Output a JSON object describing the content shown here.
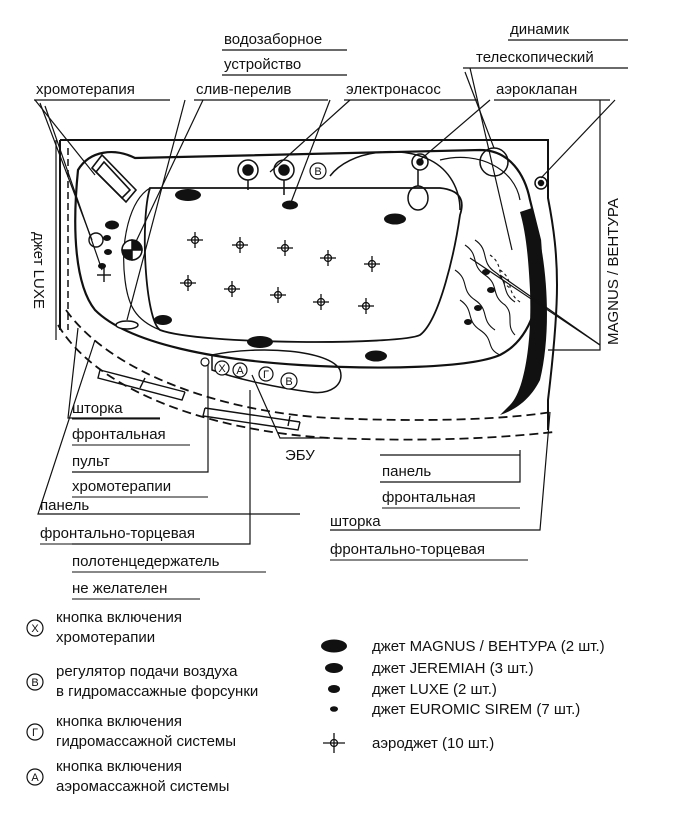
{
  "labels": {
    "vodozabornoe": "водозаборное",
    "ustroystvo": "устройство",
    "sliv_pereliv": "слив-перелив",
    "khromoterapiya": "хромотерапия",
    "elektronasos": "электронасос",
    "aeroklapan": "аэроклапан",
    "dinamik": "динамик",
    "teleskopicheskiy": "телескопический",
    "dzhet_luxe": "джет LUXE",
    "magnus_ventura": "MAGNUS / ВЕНТУРА",
    "shtorka_1": "шторка",
    "frontalnaya_1": "фронтальная",
    "pult": "пульт",
    "khromoterapii": "хромотерапии",
    "panel_1": "панель",
    "frontalno_tortsevaya_1": "фронтально-торцевая",
    "polotentsederzhatel": "полотенцедержатель",
    "ne_zhelatelen": "не желателен",
    "ebu": "ЭБУ",
    "panel_2": "панель",
    "frontalnaya_2": "фронтальная",
    "shtorka_2": "шторка",
    "frontalno_tortsevaya_2": "фронтально-торцевая"
  },
  "markers": {
    "x": "Х",
    "a": "А",
    "g": "Г",
    "v": "В"
  },
  "legend_left": [
    {
      "letter": "Х",
      "line1": "кнопка включения",
      "line2": "хромотерапии"
    },
    {
      "letter": "В",
      "line1": "регулятор подачи воздуха",
      "line2": "в гидромассажные форсунки"
    },
    {
      "letter": "Г",
      "line1": "кнопка включения",
      "line2": "гидромассажной системы"
    },
    {
      "letter": "А",
      "line1": "кнопка включения",
      "line2": "аэромассажной системы"
    }
  ],
  "legend_right": [
    {
      "symbol": "jet-xl",
      "text": "джет MAGNUS / ВЕНТУРА (2 шт.)"
    },
    {
      "symbol": "jet-l",
      "text": "джет JEREMIAH (3 шт.)"
    },
    {
      "symbol": "jet-m",
      "text": "джет LUXE (2 шт.)"
    },
    {
      "symbol": "jet-s",
      "text": "джет EUROMIC SIREM (7 шт.)"
    },
    {
      "symbol": "aerojet",
      "text": "аэроджет (10 шт.)"
    }
  ]
}
